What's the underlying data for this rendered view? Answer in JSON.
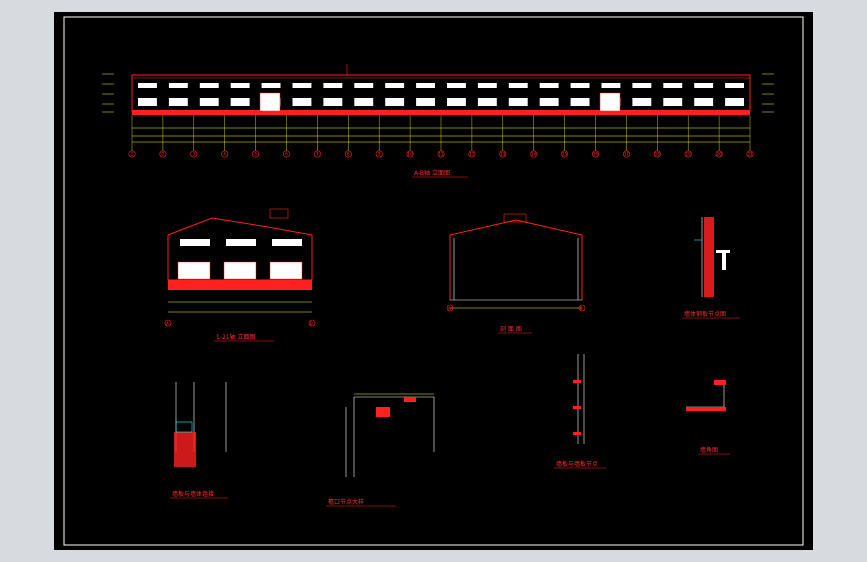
{
  "colors": {
    "background": "#000000",
    "frame": "#ffffff",
    "outline": "#ff2020",
    "dimension": "#ffff00",
    "window": "#ffffff",
    "accent": "#00ffff"
  },
  "titles": {
    "front_elevation": "A-B轴 立面图",
    "side_elevation": "1-21轴 立面图",
    "section": "剖 面 图",
    "wall_detail": "墙体钢板节点图",
    "base_detail": "墙板与墙体连接",
    "eave_detail": "檐口节点大样",
    "wall_joint": "墙板与墙板节点",
    "corner_detail": "墙角图"
  },
  "axis_labels": [
    "1",
    "2",
    "3",
    "4",
    "5",
    "6",
    "7",
    "8",
    "9",
    "10",
    "11",
    "12",
    "13",
    "14",
    "15",
    "16",
    "17",
    "18",
    "19",
    "20",
    "21"
  ],
  "side_axis_labels": [
    "A",
    "B"
  ],
  "section_axis_labels": [
    "A",
    "B"
  ]
}
